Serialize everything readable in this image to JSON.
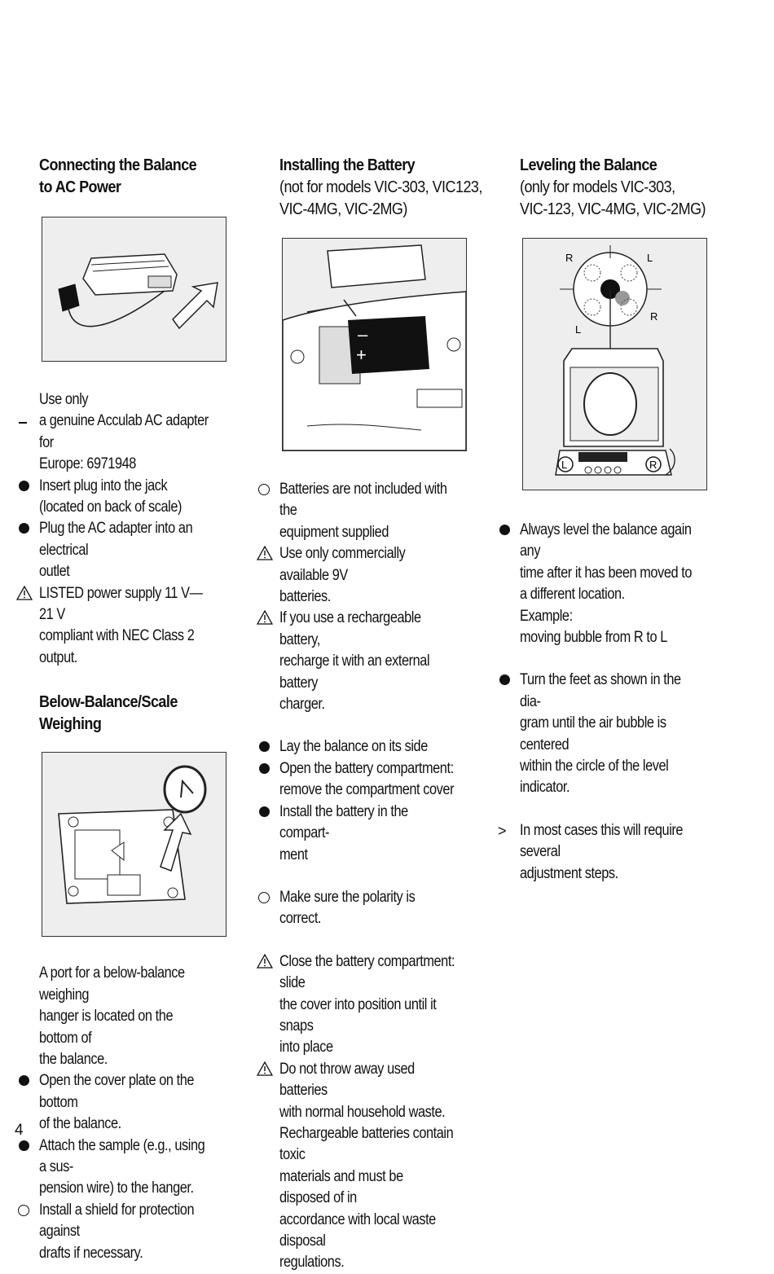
{
  "page_number": "4",
  "col1": {
    "heading1": "Connecting the Balance",
    "heading2": "to AC Power",
    "items": [
      {
        "marker": "none",
        "text": "Use only"
      },
      {
        "marker": "dash",
        "text": "a genuine Acculab AC adapter for\nEurope: 6971948"
      },
      {
        "marker": "dot",
        "text": "Insert plug into the jack\n(located on back of scale)"
      },
      {
        "marker": "dot",
        "text": "Plug the AC adapter into an electrical\noutlet"
      },
      {
        "marker": "warn",
        "text": "LISTED power supply 11 V—21 V\ncompliant with NEC Class 2 output."
      }
    ],
    "below_heading1": "Below-Balance/Scale",
    "below_heading2": "Weighing",
    "below_items": [
      {
        "marker": "none",
        "text": "A port for a below-balance weighing\nhanger is located on the bottom of\nthe balance."
      },
      {
        "marker": "dot",
        "text": "Open the cover plate on the bottom\nof the balance."
      },
      {
        "marker": "dot",
        "text": "Attach the sample (e.g., using a sus-\npension wire) to the hanger."
      },
      {
        "marker": "ring",
        "text": "Install a shield for protection against\ndrafts if necessary."
      }
    ]
  },
  "col2": {
    "heading": "Installing the Battery",
    "sub1": "(not for models VIC-303, VIC123,",
    "sub2": "VIC-4MG, VIC-2MG)",
    "fig_minus": "–",
    "fig_plus": "+",
    "items_a": [
      {
        "marker": "ring",
        "text": "Batteries are not included with the\nequipment supplied"
      },
      {
        "marker": "warn",
        "text": "Use only commercially available 9V\nbatteries."
      },
      {
        "marker": "warn",
        "text": "If you use a rechargeable battery,\nrecharge it with an external battery\ncharger."
      }
    ],
    "items_b": [
      {
        "marker": "dot",
        "text": "Lay the balance on its side"
      },
      {
        "marker": "dot",
        "text": "Open the battery compartment:\nremove the compartment cover"
      },
      {
        "marker": "dot",
        "text": "Install the battery in the compart-\nment"
      }
    ],
    "items_c": [
      {
        "marker": "ring",
        "text": "Make sure the polarity is correct."
      }
    ],
    "items_d": [
      {
        "marker": "warn",
        "text": "Close the battery compartment: slide\nthe cover into position until it snaps\ninto place"
      },
      {
        "marker": "warn",
        "text": "Do not throw away used batteries\nwith normal household waste.\nRechargeable batteries contain toxic\nmaterials and must be disposed of in\naccordance with local waste disposal\nregulations."
      }
    ]
  },
  "col3": {
    "heading": "Leveling the Balance",
    "sub1": "(only for models VIC-303,",
    "sub2": "VIC-123, VIC-4MG, VIC-2MG)",
    "fig_labels": {
      "r": "R",
      "l": "L"
    },
    "items_a": [
      {
        "marker": "dot",
        "text": "Always level the balance again any\ntime after it has been moved to\na different location.\nExample:\nmoving bubble from R to L"
      }
    ],
    "items_b": [
      {
        "marker": "dot",
        "text": "Turn the feet as shown in the dia-\ngram until the air bubble is centered\nwithin the circle of the level indicator."
      }
    ],
    "items_c": [
      {
        "marker": "gt",
        "text": "In most cases this will require several\nadjustment steps."
      }
    ]
  }
}
